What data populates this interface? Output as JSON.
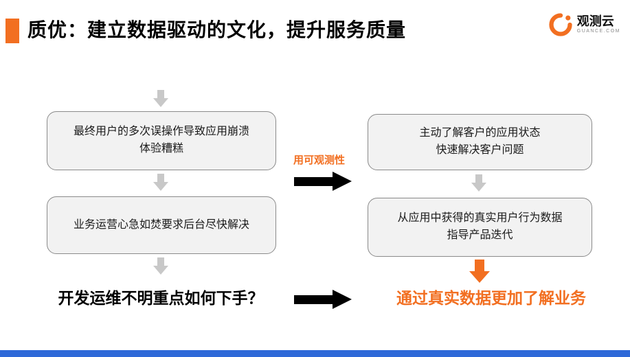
{
  "header": {
    "title": "质优：建立数据驱动的文化，提升服务质量",
    "logo_text": "观测云",
    "logo_subtext": "GUANCE.COM"
  },
  "flow": {
    "left": {
      "box1": {
        "line1": "最终用户的多次误操作导致应用崩溃",
        "line2": "体验糟糕"
      },
      "box2": {
        "line1": "业务运营心急如焚要求后台尽快解决"
      },
      "conclusion": "开发运维不明重点如何下手？"
    },
    "middle": {
      "label": "用可观测性"
    },
    "right": {
      "box1": {
        "line1": "主动了解客户的应用状态",
        "line2": "快速解决客户问题"
      },
      "box2": {
        "line1": "从应用中获得的真实用户行为数据",
        "line2": "指导产品迭代"
      },
      "conclusion": "通过真实数据更加了解业务"
    }
  },
  "colors": {
    "accent_orange": "#f26f21",
    "box_fill": "#f2f2f2",
    "box_border": "#8a8a8a",
    "gray_arrow": "#c8c8c8",
    "black_arrow": "#000000",
    "footer_blue": "#2e69d8"
  }
}
